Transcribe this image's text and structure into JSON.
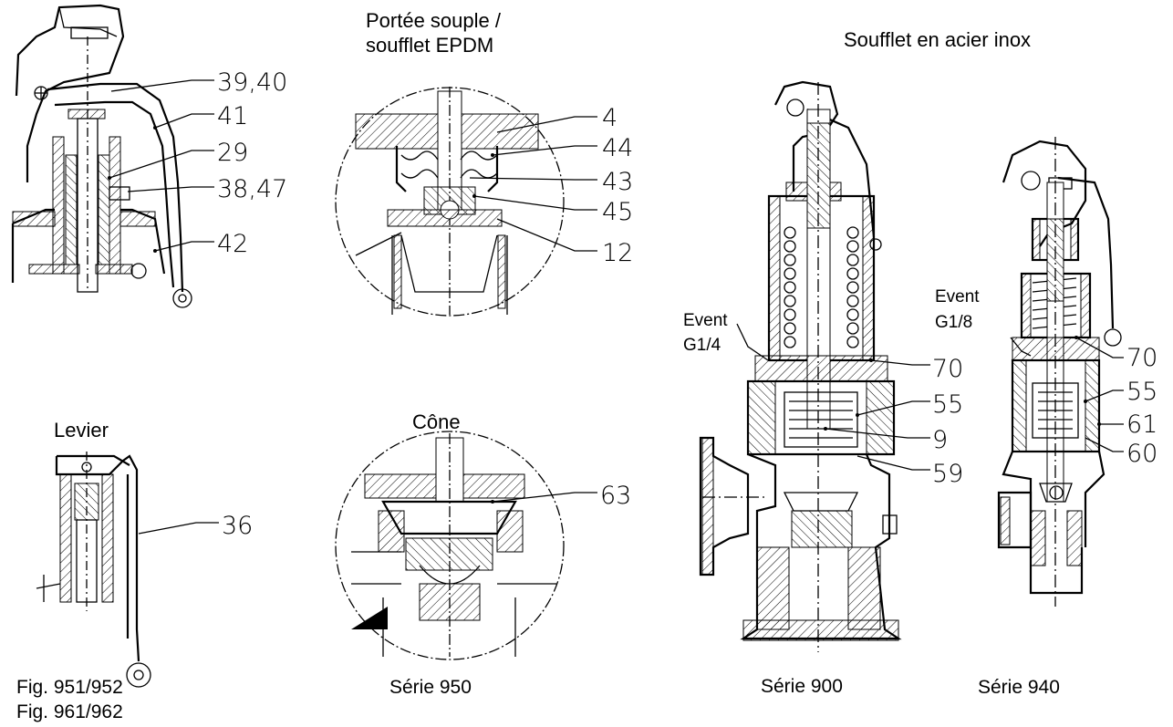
{
  "headings": {
    "soft_seat": [
      "Portée souple /",
      "soufflet EPDM"
    ],
    "stainless_bellows": "Soufflet en acier inox",
    "lever": "Levier",
    "cone": "Cône"
  },
  "captions": {
    "fig_line1": "Fig. 951/952",
    "fig_line2": "Fig. 961/962",
    "series_950": "Série 950",
    "series_900": "Série 900",
    "series_940": "Série 940"
  },
  "callouts": {
    "top_left": [
      "39,40",
      "41",
      "29",
      "38,47",
      "42"
    ],
    "soft_seat": [
      "4",
      "44",
      "43",
      "45",
      "12"
    ],
    "lever": [
      "36"
    ],
    "cone": [
      "63"
    ],
    "series_900": [
      "70",
      "55",
      "9",
      "59"
    ],
    "series_940": [
      "70",
      "55",
      "61",
      "60"
    ]
  },
  "vents": {
    "series_900": [
      "Event",
      "G1/4"
    ],
    "series_940": [
      "Event",
      "G1/8"
    ]
  }
}
